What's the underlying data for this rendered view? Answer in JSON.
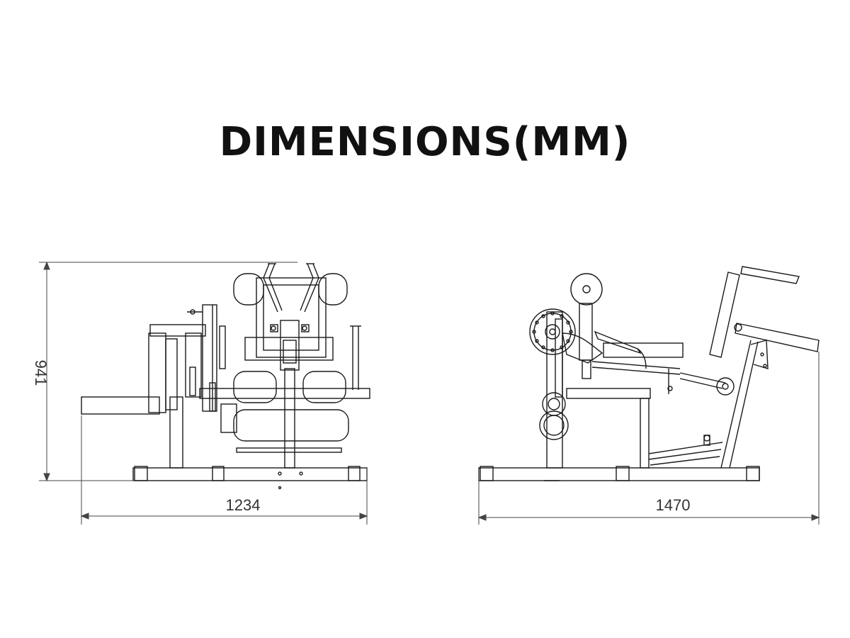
{
  "title": "DIMENSIONS(MM)",
  "dimensions": {
    "height": "941",
    "front_width": "1234",
    "side_length": "1470"
  },
  "colors": {
    "line": "#1a1a1a",
    "dim_line": "#444444",
    "background": "#ffffff"
  }
}
